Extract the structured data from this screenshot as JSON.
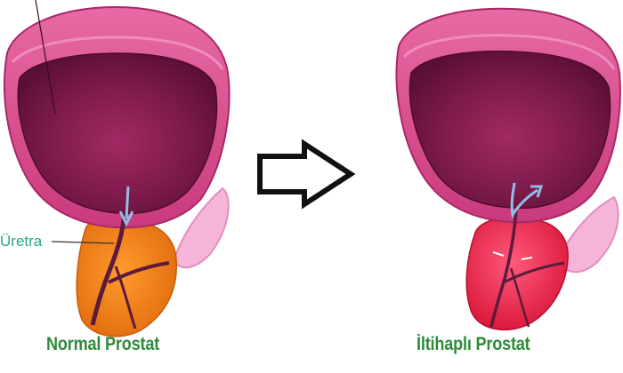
{
  "labels": {
    "uretra": "Üretra"
  },
  "captions": {
    "normal": "Normal Prostat",
    "inflamed": "İltihaplı Prostat"
  },
  "colors": {
    "bladder_wall": "#d74a8c",
    "bladder_interior": "#6e1541",
    "normal_prostate": "#f27d18",
    "inflamed_prostate": "#e62447",
    "seminal_vesicle": "#f2a8d2",
    "urethra_line": "#5c1a3c",
    "urine_arrow": "#8fbfe8",
    "label_teal": "#2aa58a",
    "caption_green": "#2f8a3a",
    "transition_arrow": "#111111"
  }
}
